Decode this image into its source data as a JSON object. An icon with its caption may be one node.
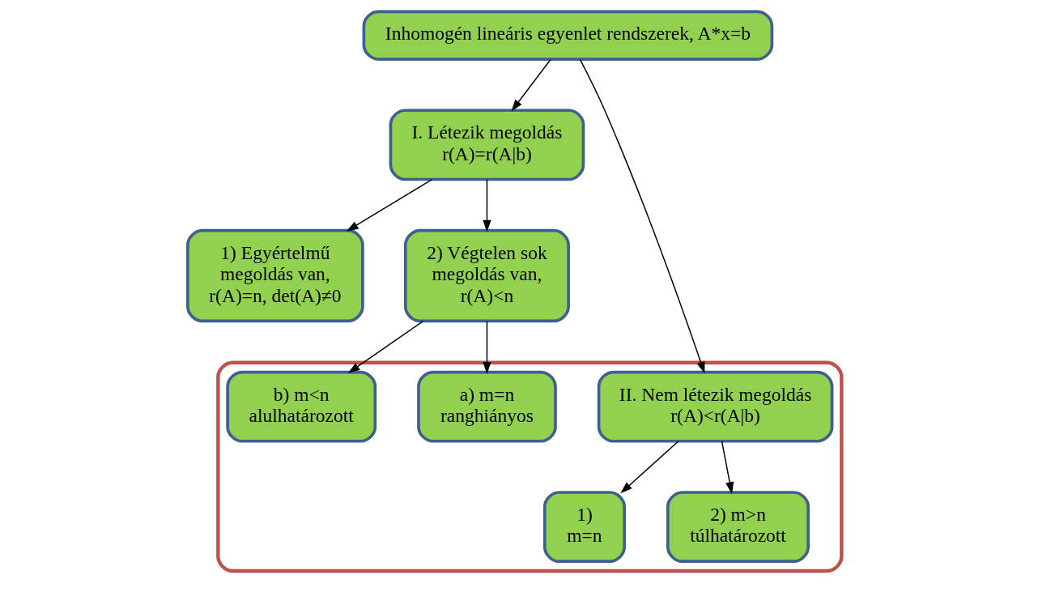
{
  "diagram": {
    "nodes": [
      {
        "text": [
          "Inhomogén lineáris egyenlet rendszerek, A*x=b"
        ]
      },
      {
        "text": [
          "I. Létezik megoldás r(A)=r(A|b)"
        ]
      },
      {
        "text": [],
        "shape": "ellipse"
      },
      {
        "text": [
          "II. Nem létezik megoldás r(A)<r(A|b)"
        ],
        "in": 2
      },
      {
        "text": [
          "1) Egyértelmű megoldás van, r(A)=n, det(A)≠0"
        ]
      },
      {
        "text": [
          "2) Végtelen sok megoldás van, r(A)<n"
        ]
      },
      {
        "text": [
          "1) m=n"
        ],
        "in": 2
      },
      {
        "text": [
          "2) m>n túlhatározott"
        ],
        "in": 2
      },
      {
        "text": [
          "a) m=n ranghiányos"
        ],
        "in": 2
      },
      {
        "text": [
          "b) m<n alulhatározott"
        ],
        "in": 2
      }
    ],
    "edges": [
      {
        "from": 0,
        "to": 1,
        "arrow": "to"
      },
      {
        "from": 0,
        "to": 3,
        "arrow": "to"
      },
      {
        "from": 1,
        "to": 4,
        "arrow": "to"
      },
      {
        "from": 1,
        "to": 5,
        "arrow": "to"
      },
      {
        "from": 5,
        "to": 8,
        "arrow": "to"
      },
      {
        "from": 5,
        "to": 9,
        "arrow": "to"
      },
      {
        "from": 3,
        "to": 6,
        "arrow": "to"
      },
      {
        "from": 3,
        "to": 7,
        "arrow": "to"
      }
    ]
  }
}
